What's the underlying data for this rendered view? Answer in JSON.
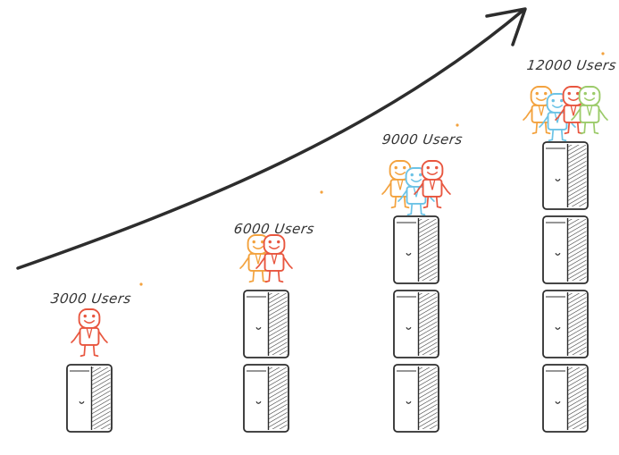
{
  "colors": {
    "orange": "#f3a23e",
    "red": "#e8563f",
    "blue": "#6cc3e6",
    "green": "#9ccb6a",
    "ink": "#2d2d2d"
  },
  "stages": [
    {
      "label": "3000 Users",
      "servers": 1,
      "people": [
        "red"
      ]
    },
    {
      "label": "6000 Users",
      "servers": 2,
      "people": [
        "orange",
        "red"
      ]
    },
    {
      "label": "9000 Users",
      "servers": 3,
      "people": [
        "orange",
        "blue",
        "red"
      ]
    },
    {
      "label": "12000 Users",
      "servers": 4,
      "people": [
        "orange",
        "blue",
        "red",
        "green"
      ]
    }
  ],
  "icons": [
    "growth-arrow-icon",
    "server-tower-icon",
    "user-figure-icon"
  ]
}
